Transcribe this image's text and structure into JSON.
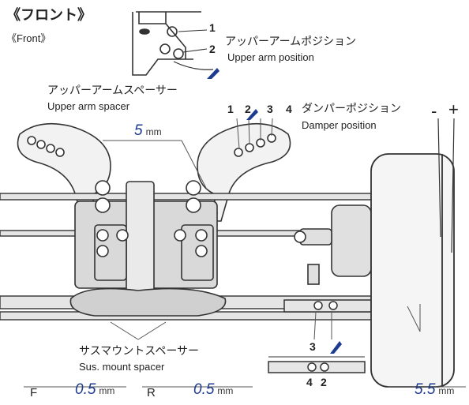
{
  "header": {
    "front_jp": "《フロント》",
    "front_en": "《Front》"
  },
  "upper_arm_position": {
    "jp": "アッパーアームポジション",
    "en": "Upper arm position",
    "n1": "1",
    "n2": "2"
  },
  "upper_arm_spacer": {
    "jp": "アッパーアームスペーサー",
    "en": "Upper arm spacer",
    "value": "5",
    "unit": "mm"
  },
  "damper_position": {
    "jp": "ダンパーポジション",
    "en": "Damper position",
    "nums": [
      "1",
      "2",
      "3",
      "4"
    ]
  },
  "camber_marks": {
    "minus": "-",
    "plus": "+"
  },
  "sus_mount_spacer": {
    "jp": "サスマウントスペーサー",
    "en": "Sus. mount spacer"
  },
  "mount_callouts": {
    "three": "3",
    "four": "4",
    "two": "2"
  },
  "bottom": {
    "f_label": "F",
    "f_value": "0.5",
    "f_unit": "mm",
    "r_label": "R",
    "r_value": "0.5",
    "r_unit": "mm",
    "tie_value": "5.5",
    "tie_unit": "mm"
  },
  "colors": {
    "accent": "#1e3c8f",
    "line": "#333333",
    "fill": "#d9d9d9"
  }
}
